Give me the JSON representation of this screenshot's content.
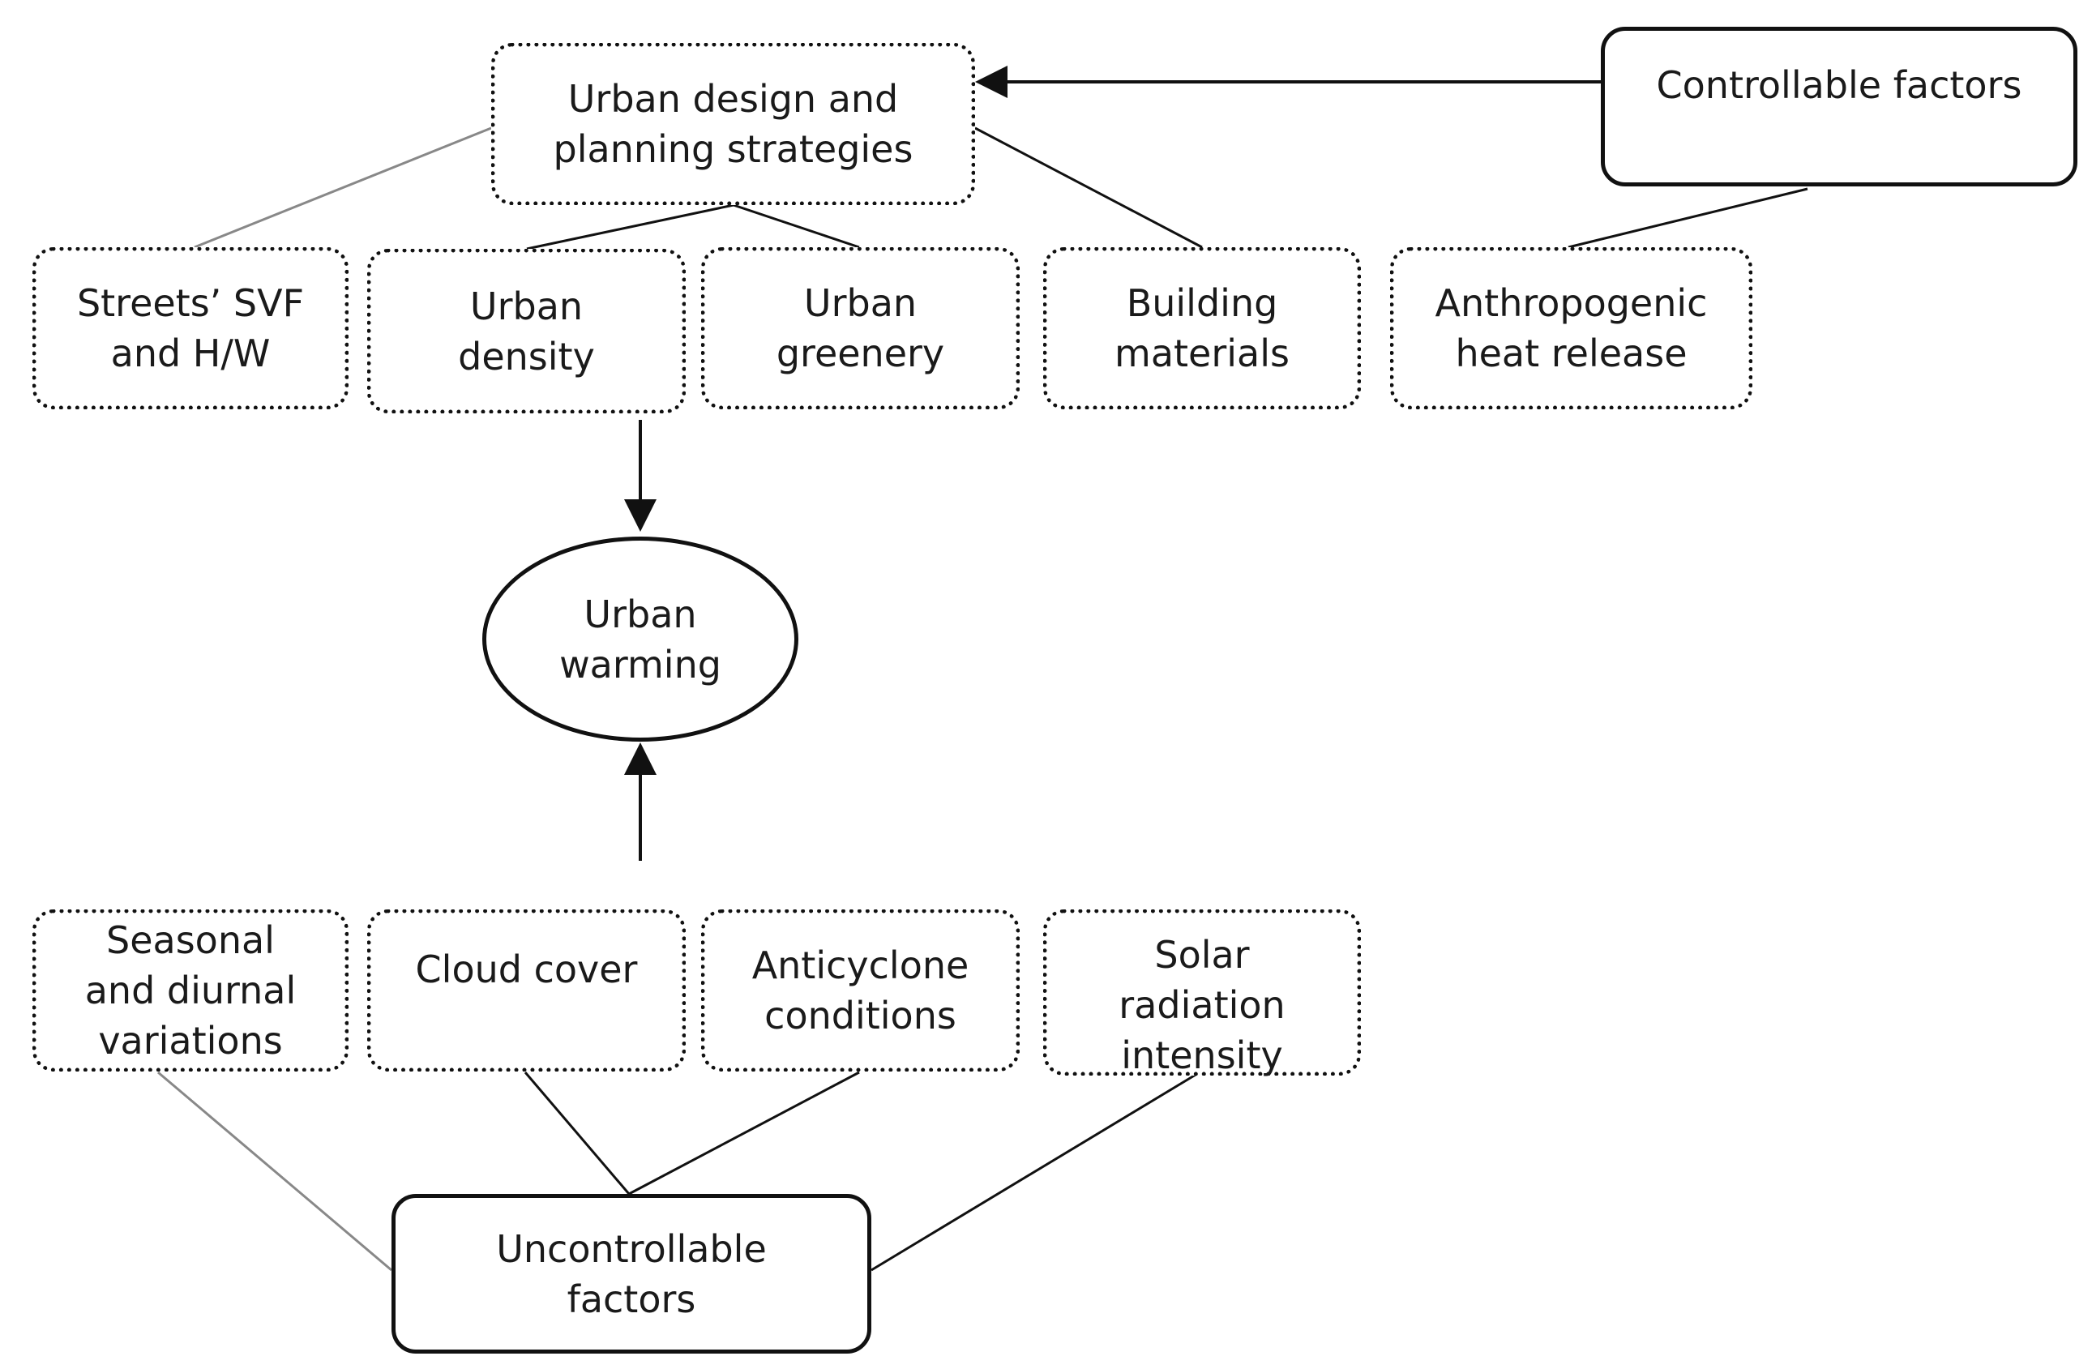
{
  "nodes": {
    "controllable": {
      "lines": [
        "Controllable factors"
      ]
    },
    "strategies": {
      "lines": [
        "Urban design and",
        "planning strategies"
      ]
    },
    "svf": {
      "lines": [
        "Streets’ SVF",
        "and H/W"
      ]
    },
    "density": {
      "lines": [
        "Urban",
        "density"
      ]
    },
    "greenery": {
      "lines": [
        "Urban",
        "greenery"
      ]
    },
    "materials": {
      "lines": [
        "Building",
        "materials"
      ]
    },
    "anthropogenic": {
      "lines": [
        "Anthropogenic",
        "heat release"
      ]
    },
    "warming": {
      "lines": [
        "Urban",
        "warming"
      ]
    },
    "seasonal": {
      "lines": [
        "Seasonal",
        "and diurnal",
        "variations"
      ]
    },
    "cloud": {
      "lines": [
        "Cloud cover"
      ]
    },
    "anticyclone": {
      "lines": [
        "Anticyclone",
        "conditions"
      ]
    },
    "solar": {
      "lines": [
        "Solar",
        "radiation",
        "intensity"
      ]
    },
    "uncontrollable": {
      "lines": [
        "Uncontrollable",
        "factors"
      ]
    }
  },
  "colors": {
    "stroke": "#111111",
    "connector_light": "#888888",
    "background": "#ffffff",
    "text": "#1a1a1a"
  }
}
